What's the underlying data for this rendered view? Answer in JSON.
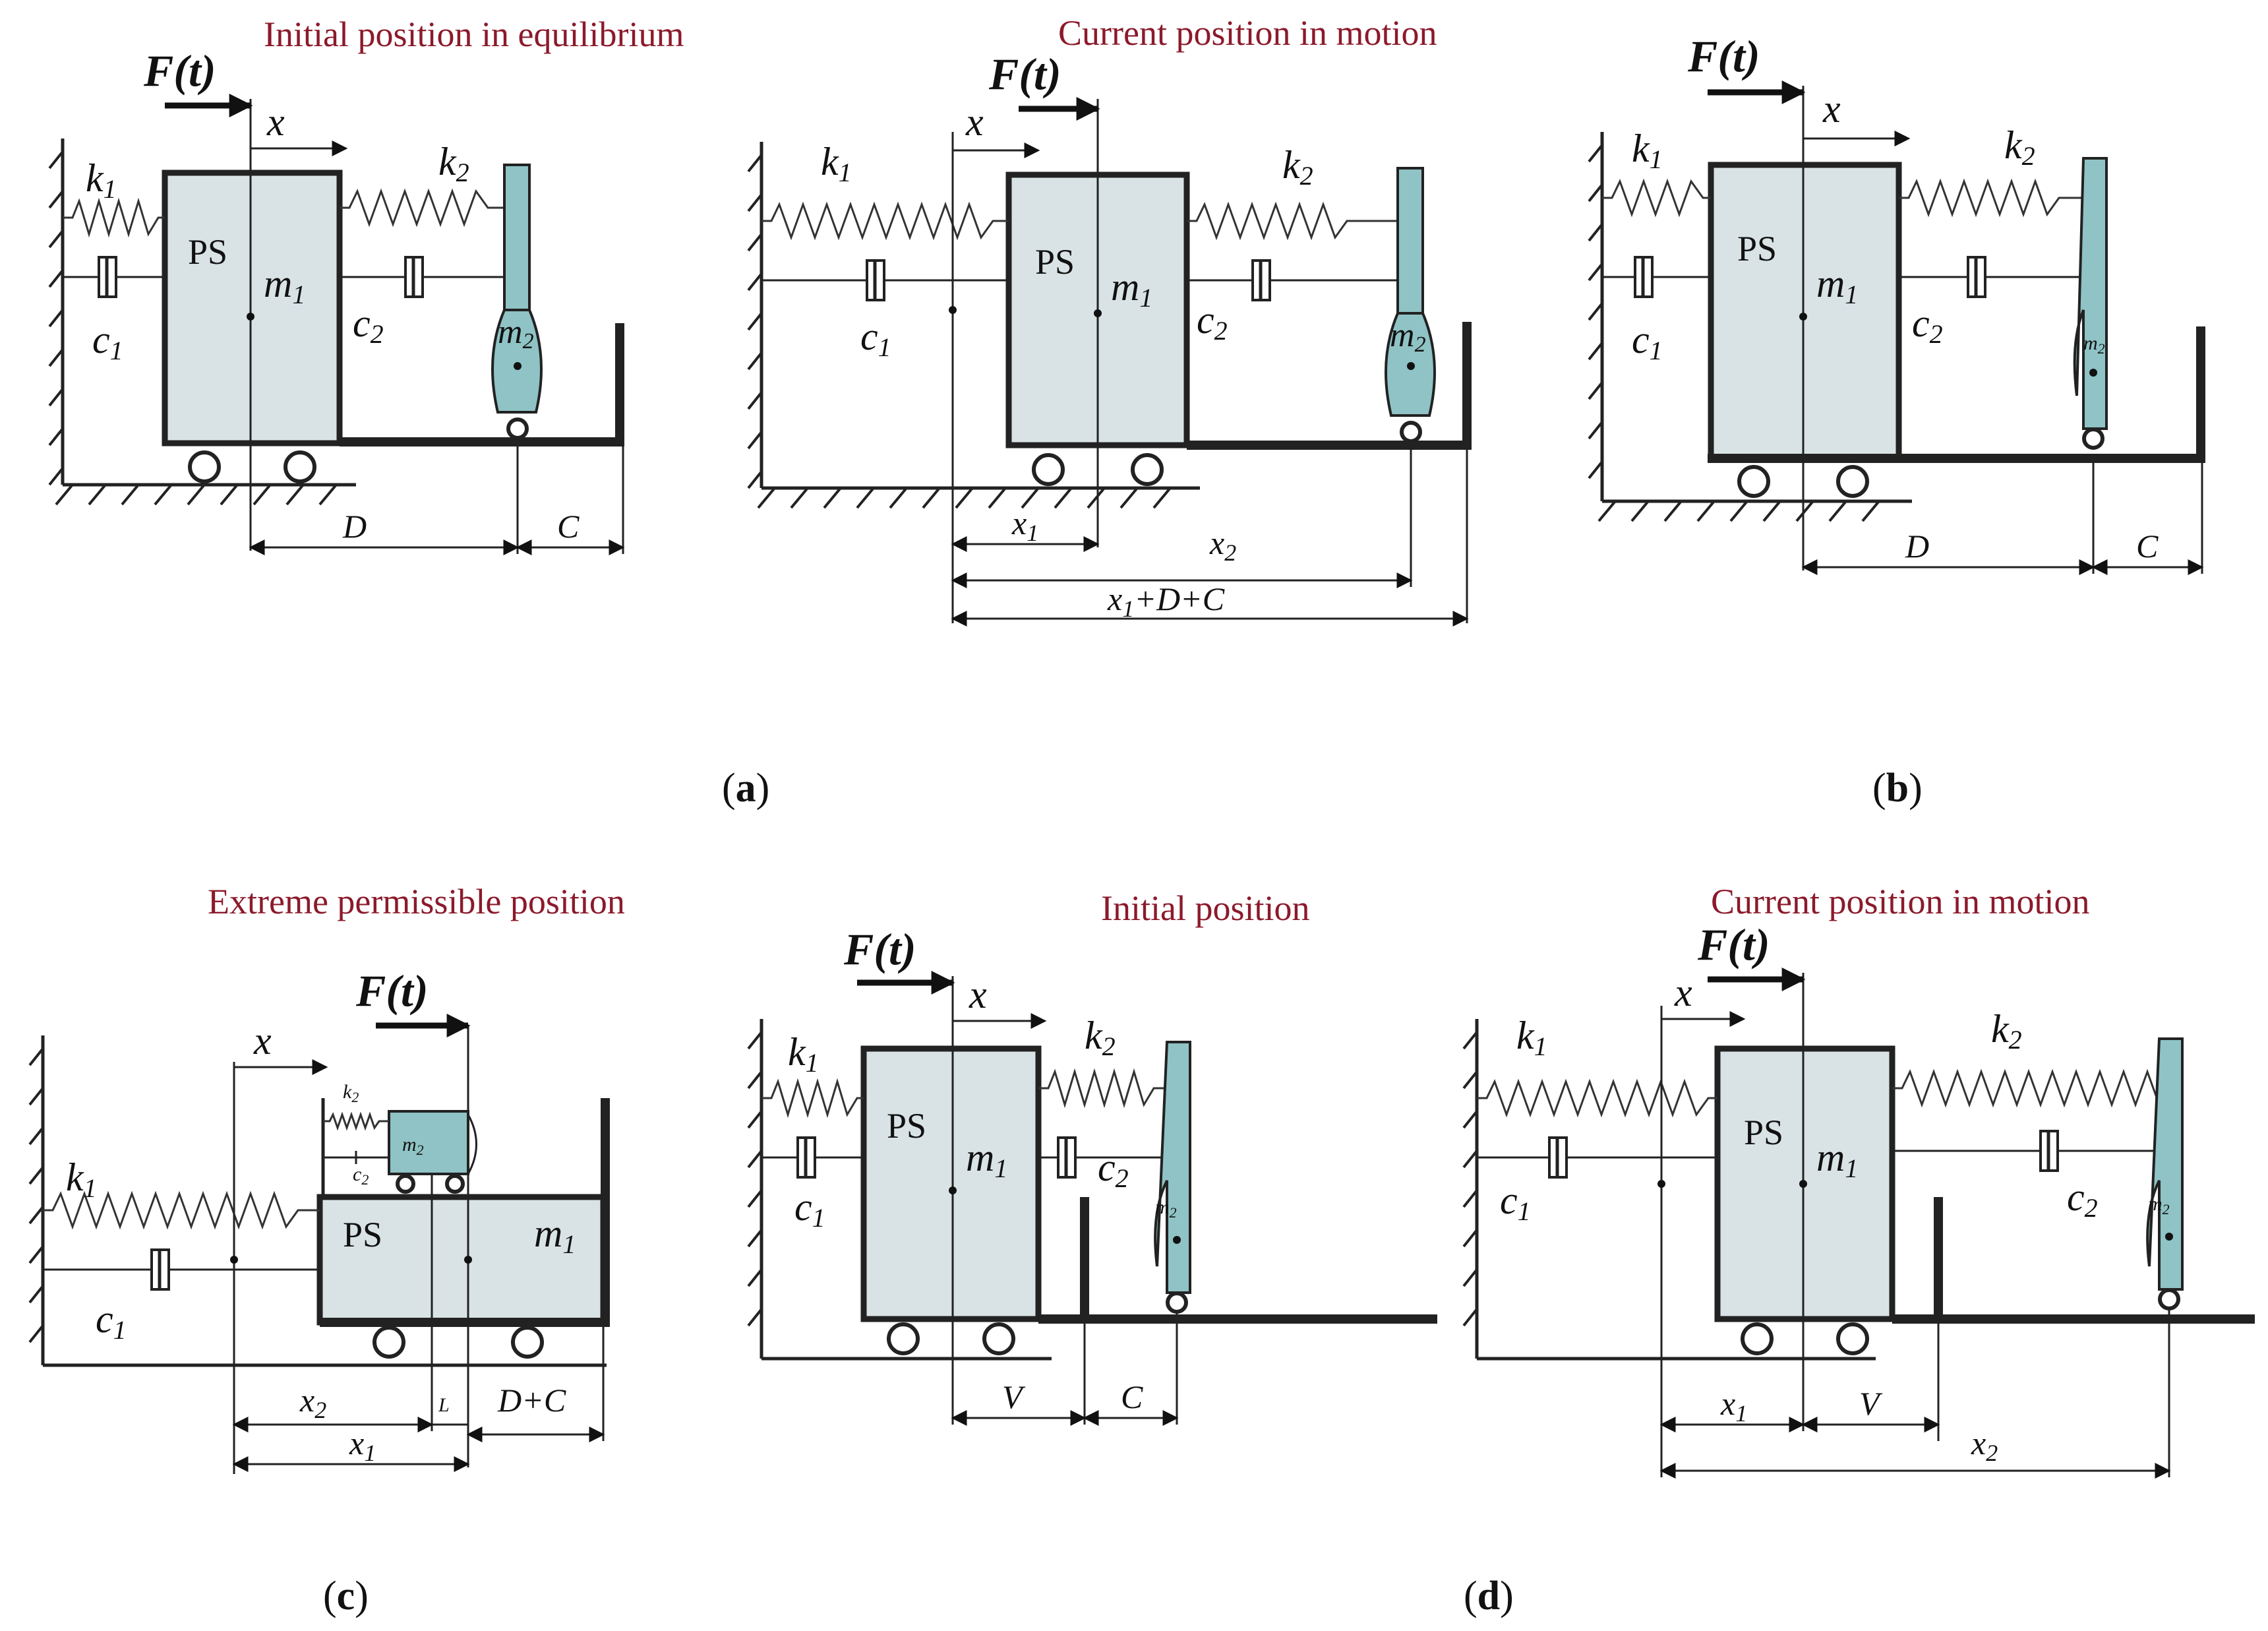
{
  "panels": {
    "a": {
      "caption": "a",
      "title_left": "Initial position in equilibrium",
      "title_right": "Current position in motion"
    },
    "b": {
      "caption": "b"
    },
    "c": {
      "caption": "c",
      "title": "Extreme permissible position"
    },
    "d": {
      "caption": "d",
      "title_left": "Initial position",
      "title_right": "Current position in motion"
    }
  },
  "labels": {
    "force": "F(t)",
    "x": "x",
    "k1": "k",
    "k1_sub": "1",
    "k2": "k",
    "k2_sub": "2",
    "c1": "c",
    "c1_sub": "1",
    "c2": "c",
    "c2_sub": "2",
    "m1": "m",
    "m1_sub": "1",
    "m2": "m",
    "m2_sub": "2",
    "ps": "PS"
  },
  "dimensions": {
    "D": "D",
    "C": "C",
    "V": "V",
    "L": "L",
    "x1": "x",
    "x1_sub": "1",
    "x2": "x",
    "x2_sub": "2",
    "x1_D_C_a": "x",
    "x1_D_C_b": "1",
    "x1_D_C_c": "+D+C",
    "D_plus_C": "D+C"
  },
  "colors": {
    "title": "#8b1a2b",
    "body": "#d9e3e6",
    "mass2": "#8fc3c5",
    "line": "#222222"
  }
}
